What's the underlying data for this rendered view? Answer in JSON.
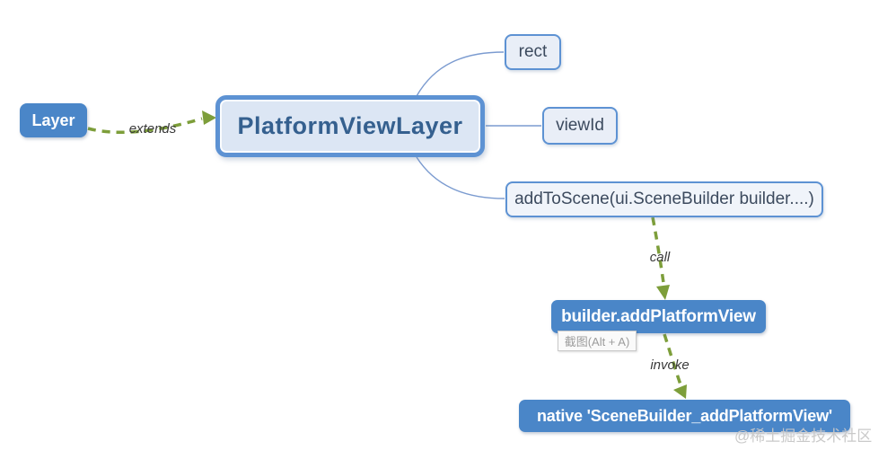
{
  "diagram": {
    "title_node": {
      "label": "PlatformViewLayer"
    },
    "nodes": {
      "layer": {
        "label": "Layer"
      },
      "rect": {
        "label": "rect"
      },
      "view_id": {
        "label": "viewId"
      },
      "add_to_scene": {
        "label": "addToScene(ui.SceneBuilder builder....)"
      },
      "builder_add_platform_view": {
        "label": "builder.addPlatformView"
      },
      "native_scene_builder": {
        "label": "native 'SceneBuilder_addPlatformView'"
      }
    },
    "edges": {
      "extends": {
        "label": "extends"
      },
      "call": {
        "label": "call"
      },
      "invoke": {
        "label": "invoke"
      }
    },
    "tooltip": {
      "label": "截图(Alt + A)"
    },
    "watermark": {
      "label": "@稀土掘金技术社区"
    },
    "colors": {
      "node_solid_blue": "#4a86c8",
      "node_border_blue": "#5d92d3",
      "root_fill": "#dce6f4",
      "child_fill": "#e9eef7",
      "root_text": "#35608f",
      "child_text": "#3c4a5e",
      "connector_blue": "#7b9bd0",
      "dashed_arrow_green": "#7d9e3a",
      "watermark_gray": "#c7c7c7",
      "background": "#ffffff"
    }
  }
}
